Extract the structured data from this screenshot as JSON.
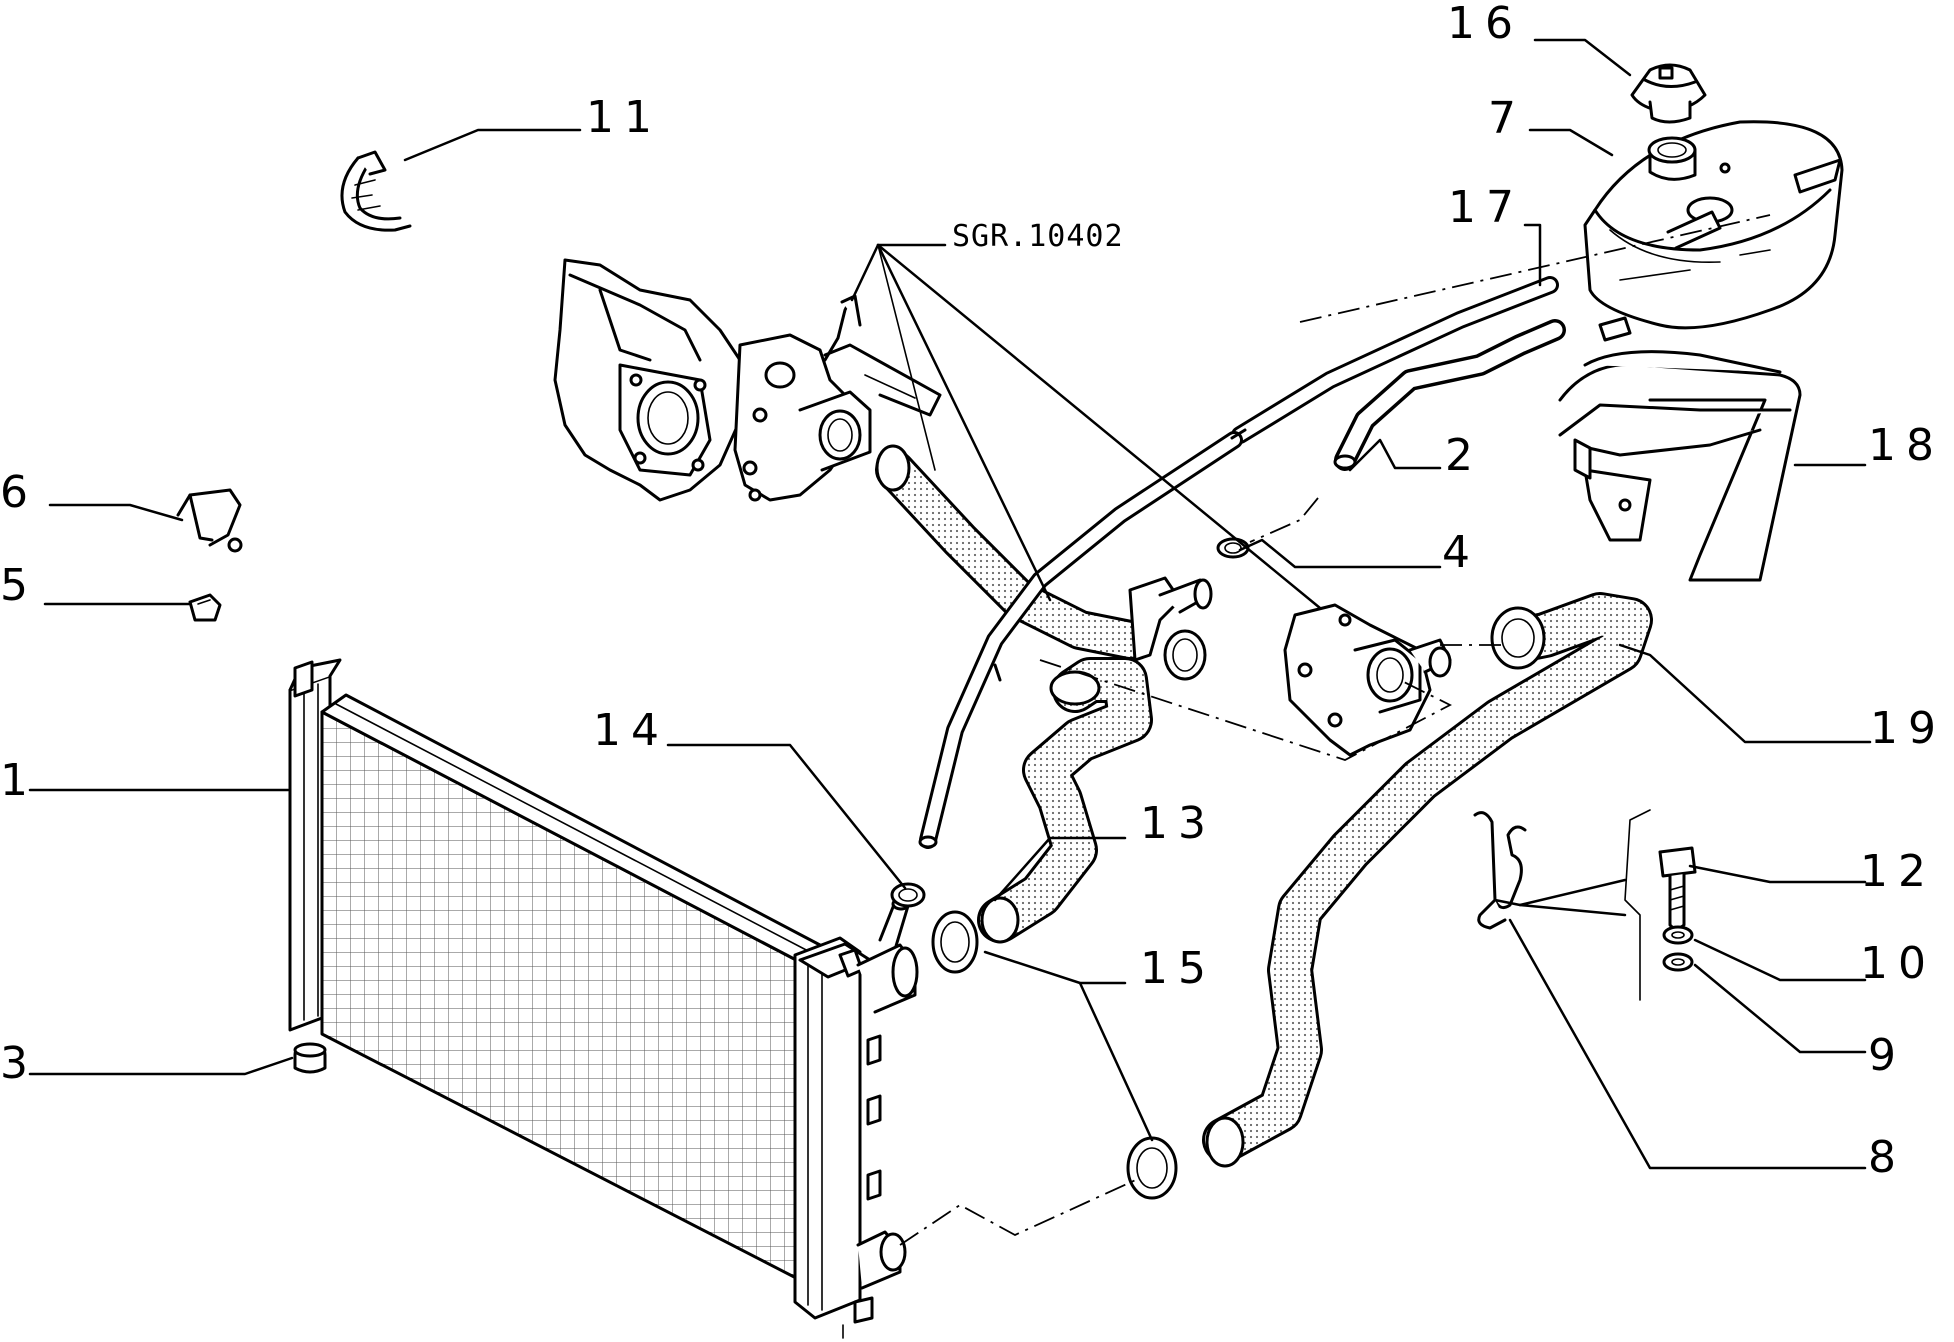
{
  "diagram": {
    "reference_code": "SGR.10402",
    "callouts": [
      {
        "id": "1",
        "label": "1"
      },
      {
        "id": "2",
        "label": "2"
      },
      {
        "id": "3",
        "label": "3"
      },
      {
        "id": "4",
        "label": "4"
      },
      {
        "id": "5",
        "label": "5"
      },
      {
        "id": "6",
        "label": "6"
      },
      {
        "id": "7",
        "label": "7"
      },
      {
        "id": "8",
        "label": "8"
      },
      {
        "id": "9",
        "label": "9"
      },
      {
        "id": "10",
        "label": "10"
      },
      {
        "id": "11",
        "label": "11"
      },
      {
        "id": "12",
        "label": "12"
      },
      {
        "id": "13",
        "label": "13"
      },
      {
        "id": "14",
        "label": "14"
      },
      {
        "id": "15",
        "label": "15"
      },
      {
        "id": "16",
        "label": "16"
      },
      {
        "id": "17",
        "label": "17"
      },
      {
        "id": "18",
        "label": "18"
      },
      {
        "id": "19",
        "label": "19"
      }
    ]
  }
}
